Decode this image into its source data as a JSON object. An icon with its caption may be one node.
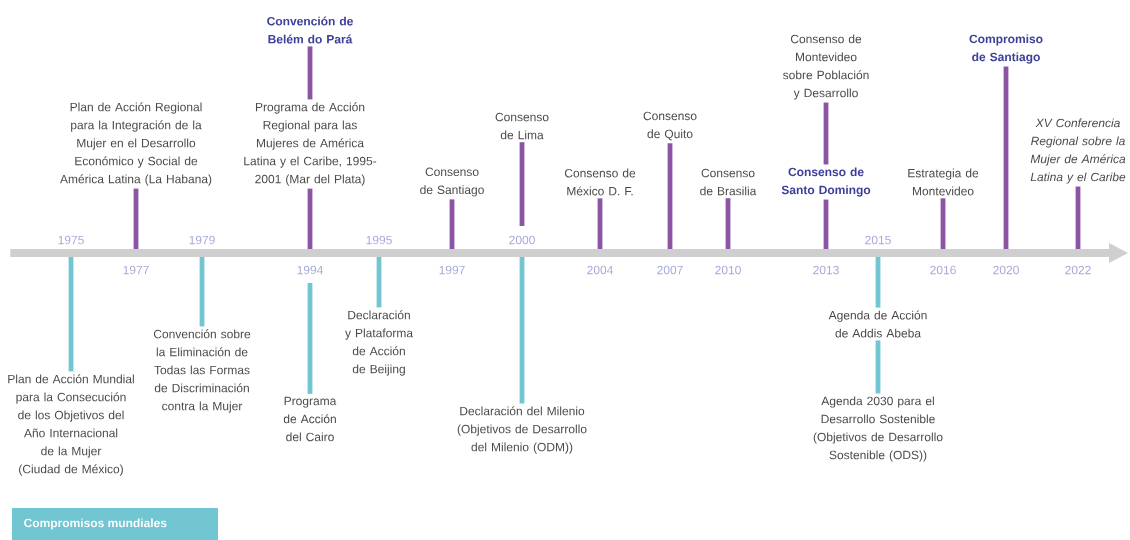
{
  "diagram": {
    "nodes": [
      {
        "text": [],
        "shape": "bar"
      },
      {
        "text": [
          "Plan de Acción Regional para la Integración de la Mujer en el Desarrollo Económico y Social de América Latina (La Habana)"
        ]
      },
      {
        "text": [
          "Convención de Belém do Pará"
        ]
      },
      {
        "text": [
          "Programa de Acción Regional para las Mujeres de América Latina y el Caribe, 1995-2001 (Mar del Plata)"
        ]
      },
      {
        "text": [
          "Consenso de Santiago"
        ]
      },
      {
        "text": [
          "Consenso de Lima"
        ]
      },
      {
        "text": [
          "Consenso de México D. F."
        ]
      },
      {
        "text": [
          "Consenso de Quito"
        ]
      },
      {
        "text": [
          "Consenso de Brasilia"
        ]
      },
      {
        "text": [
          "Consenso de Montevideo sobre Población y Desarrollo"
        ]
      },
      {
        "text": [
          "Consenso de Santo Domingo"
        ]
      },
      {
        "text": [
          "Estrategia de Montevideo"
        ]
      },
      {
        "text": [
          "Compromiso de Santiago"
        ]
      },
      {
        "text": [
          "XV Conferencia Regional sobre la Mujer de América Latina y el Caribe"
        ]
      },
      {
        "text": [
          "Plan de Acción Mundial para la Consecución de los Objetivos del Año Internacional de la Mujer (Ciudad de México)"
        ]
      },
      {
        "text": [
          "Convención sobre la Eliminación de Todas las Formas de Discriminación contra la Mujer"
        ]
      },
      {
        "text": [
          "Programa de Acción del Cairo"
        ]
      },
      {
        "text": [
          "Declaración y Plataforma de Acción de Beijing"
        ]
      },
      {
        "text": [
          "Declaración del Milenio (Objetivos de Desarrollo del Milenio (ODM))"
        ]
      },
      {
        "text": [
          "Agenda de Acción de Addis Abeba"
        ]
      },
      {
        "text": [
          "Agenda 2030 para el Desarrollo Sostenible (Objetivos de Desarrollo Sostenible (ODS))"
        ]
      }
    ],
    "edges": [
      {
        "from": 1,
        "to": 0,
        "arrow": "none"
      },
      {
        "from": 2,
        "to": 3,
        "arrow": "none"
      },
      {
        "from": 3,
        "to": 0,
        "arrow": "none"
      },
      {
        "from": 4,
        "to": 0,
        "arrow": "none"
      },
      {
        "from": 5,
        "to": 0,
        "arrow": "none"
      },
      {
        "from": 6,
        "to": 0,
        "arrow": "none"
      },
      {
        "from": 7,
        "to": 0,
        "arrow": "none"
      },
      {
        "from": 8,
        "to": 0,
        "arrow": "none"
      },
      {
        "from": 9,
        "to": 10,
        "arrow": "none"
      },
      {
        "from": 10,
        "to": 0,
        "arrow": "none"
      },
      {
        "from": 11,
        "to": 0,
        "arrow": "none"
      },
      {
        "from": 12,
        "to": 0,
        "arrow": "none"
      },
      {
        "from": 13,
        "to": 0,
        "arrow": "none"
      },
      {
        "from": 0,
        "to": 14,
        "arrow": "none",
        "color": "#71c6d1"
      },
      {
        "from": 0,
        "to": 15,
        "arrow": "none",
        "color": "#71c6d1"
      },
      {
        "from": 0,
        "to": 16,
        "arrow": "none",
        "color": "#71c6d1"
      },
      {
        "from": 0,
        "to": 17,
        "arrow": "none",
        "color": "#71c6d1"
      },
      {
        "from": 0,
        "to": 18,
        "arrow": "none",
        "color": "#71c6d1"
      },
      {
        "from": 0,
        "to": 19,
        "arrow": "none",
        "color": "#71c6d1"
      },
      {
        "from": 19,
        "to": 20,
        "arrow": "none",
        "color": "#71c6d1"
      }
    ],
    "labels": [
      "1975",
      "1977",
      "1979",
      "1994",
      "1995",
      "1997",
      "2000",
      "2004",
      "2007",
      "2010",
      "2013",
      "2015",
      "2016",
      "2020",
      "2022"
    ],
    "legend": [
      {
        "text": "Compromisos mundiales",
        "color": "#71c6d1"
      }
    ]
  }
}
